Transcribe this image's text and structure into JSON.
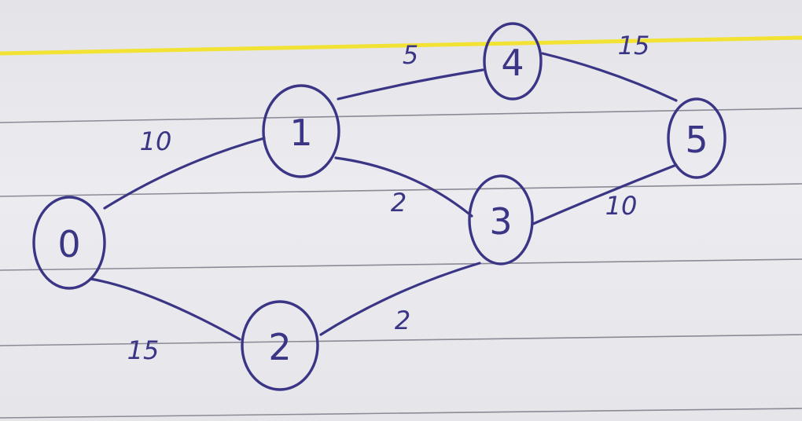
{
  "graph": {
    "nodes": [
      {
        "id": "0",
        "label": "0"
      },
      {
        "id": "1",
        "label": "1"
      },
      {
        "id": "2",
        "label": "2"
      },
      {
        "id": "3",
        "label": "3"
      },
      {
        "id": "4",
        "label": "4"
      },
      {
        "id": "5",
        "label": "5"
      }
    ],
    "edges": [
      {
        "from": "0",
        "to": "1",
        "weight": "10"
      },
      {
        "from": "0",
        "to": "2",
        "weight": "15"
      },
      {
        "from": "1",
        "to": "4",
        "weight": "5"
      },
      {
        "from": "1",
        "to": "3",
        "weight": "2"
      },
      {
        "from": "2",
        "to": "3",
        "weight": "2"
      },
      {
        "from": "4",
        "to": "5",
        "weight": "15"
      },
      {
        "from": "3",
        "to": "5",
        "weight": "10"
      }
    ]
  },
  "colors": {
    "ink": "#3a3585",
    "paper": "#e9e9ec",
    "rule_lines": "#8a8a96",
    "margin_line": "#f2e233"
  }
}
